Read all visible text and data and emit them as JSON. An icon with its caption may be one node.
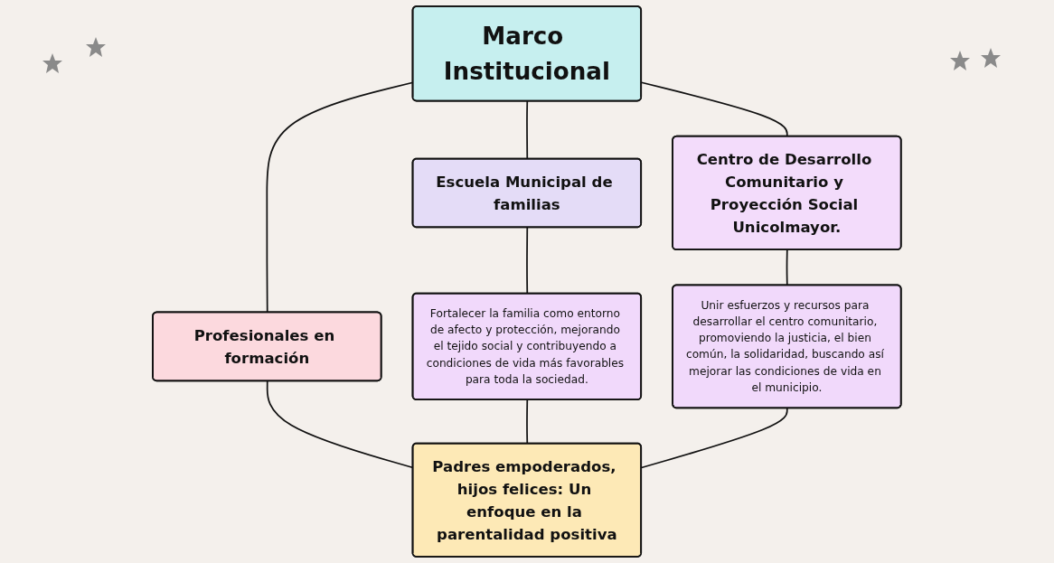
{
  "diagram": {
    "nodes": [
      {
        "text": [
          "Marco Institucional"
        ]
      },
      {
        "text": [
          "Escuela Municipal de familias"
        ]
      },
      {
        "text": [
          "Profesionales en formación"
        ]
      },
      {
        "text": [
          "Centro de Desarrollo Comunitario y Proyección Social Unicolmayor."
        ]
      },
      {
        "text": [
          "Fortalecer la familia como entorno de afecto y protección, mejorando el tejido social y contribuyendo a condiciones de vida más favorables para toda la sociedad."
        ]
      },
      {
        "text": [
          "Unir esfuerzos y recursos para desarrollar el centro comunitario, promoviendo la justicia, el bien común, la solidaridad, buscando así mejorar las condiciones de vida en el municipio."
        ]
      },
      {
        "text": [
          "Padres empoderados, hijos felices: Un enfoque en la parentalidad positiva"
        ]
      }
    ],
    "edges": [
      {
        "from": 0,
        "to": 1,
        "arrow": "none"
      },
      {
        "from": 0,
        "to": 2,
        "arrow": "none"
      },
      {
        "from": 0,
        "to": 3,
        "arrow": "none"
      },
      {
        "from": 1,
        "to": 4,
        "arrow": "none"
      },
      {
        "from": 3,
        "to": 5,
        "arrow": "none"
      },
      {
        "from": 2,
        "to": 6,
        "arrow": "none"
      },
      {
        "from": 4,
        "to": 6,
        "arrow": "none"
      },
      {
        "from": 5,
        "to": 6,
        "arrow": "none"
      }
    ]
  }
}
